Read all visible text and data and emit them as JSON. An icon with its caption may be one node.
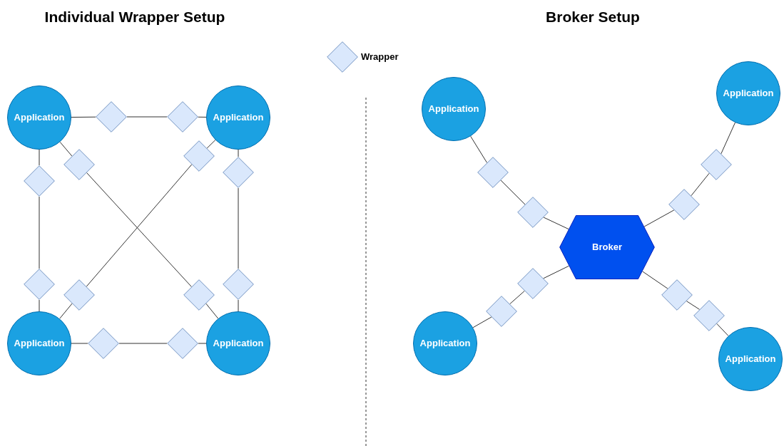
{
  "diagram": {
    "nodes": [
      {
        "text": [
          "Application"
        ]
      },
      {
        "text": [
          "Application"
        ]
      },
      {
        "text": [
          "Application"
        ]
      },
      {
        "text": [
          "Application"
        ]
      },
      {
        "text": [],
        "shape": "diamond"
      },
      {
        "text": [],
        "shape": "diamond"
      },
      {
        "text": [],
        "shape": "diamond"
      },
      {
        "text": [],
        "shape": "diamond"
      },
      {
        "text": [],
        "shape": "diamond"
      },
      {
        "text": [],
        "shape": "diamond"
      },
      {
        "text": [],
        "shape": "diamond"
      },
      {
        "text": [],
        "shape": "diamond"
      },
      {
        "text": [],
        "shape": "diamond"
      },
      {
        "text": [],
        "shape": "diamond"
      },
      {
        "text": [],
        "shape": "diamond"
      },
      {
        "text": [],
        "shape": "diamond"
      },
      {
        "text": [
          "Application"
        ]
      },
      {
        "text": [
          "Application"
        ]
      },
      {
        "text": [
          "Broker"
        ]
      },
      {
        "text": [
          "Application"
        ]
      },
      {
        "text": [
          "Application"
        ]
      },
      {
        "text": [],
        "shape": "diamond"
      },
      {
        "text": [],
        "shape": "diamond"
      },
      {
        "text": [],
        "shape": "diamond"
      },
      {
        "text": [],
        "shape": "diamond"
      },
      {
        "text": [],
        "shape": "diamond"
      },
      {
        "text": [],
        "shape": "diamond"
      },
      {
        "text": [],
        "shape": "diamond"
      },
      {
        "text": [],
        "shape": "diamond"
      }
    ],
    "edges": [
      {
        "from": 0,
        "to": 4,
        "arrow": "none"
      },
      {
        "from": 4,
        "to": 5,
        "arrow": "none"
      },
      {
        "from": 5,
        "to": 1,
        "arrow": "none"
      },
      {
        "from": 0,
        "to": 6,
        "arrow": "none"
      },
      {
        "from": 6,
        "to": 7,
        "arrow": "none"
      },
      {
        "from": 7,
        "to": 2,
        "arrow": "none"
      },
      {
        "from": 1,
        "to": 8,
        "arrow": "none"
      },
      {
        "from": 8,
        "to": 9,
        "arrow": "none"
      },
      {
        "from": 9,
        "to": 3,
        "arrow": "none"
      },
      {
        "from": 2,
        "to": 10,
        "arrow": "none"
      },
      {
        "from": 10,
        "to": 11,
        "arrow": "none"
      },
      {
        "from": 11,
        "to": 3,
        "arrow": "none"
      },
      {
        "from": 0,
        "to": 12,
        "arrow": "none"
      },
      {
        "from": 12,
        "to": 13,
        "arrow": "none"
      },
      {
        "from": 13,
        "to": 3,
        "arrow": "none"
      },
      {
        "from": 1,
        "to": 14,
        "arrow": "none"
      },
      {
        "from": 14,
        "to": 15,
        "arrow": "none"
      },
      {
        "from": 15,
        "to": 2,
        "arrow": "none"
      },
      {
        "from": 16,
        "to": 21,
        "arrow": "none"
      },
      {
        "from": 21,
        "to": 22,
        "arrow": "none"
      },
      {
        "from": 22,
        "to": 18,
        "arrow": "none"
      },
      {
        "from": 17,
        "to": 23,
        "arrow": "none"
      },
      {
        "from": 23,
        "to": 24,
        "arrow": "none"
      },
      {
        "from": 24,
        "to": 18,
        "arrow": "none"
      },
      {
        "from": 19,
        "to": 25,
        "arrow": "none"
      },
      {
        "from": 25,
        "to": 26,
        "arrow": "none"
      },
      {
        "from": 26,
        "to": 18,
        "arrow": "none"
      },
      {
        "from": 20,
        "to": 28,
        "arrow": "none"
      },
      {
        "from": 28,
        "to": 27,
        "arrow": "none"
      },
      {
        "from": 27,
        "to": 18,
        "arrow": "none"
      }
    ],
    "labels": [
      "Individual Wrapper Setup",
      "Broker Setup"
    ],
    "legend": [
      {
        "text": "Wrapper"
      }
    ]
  }
}
